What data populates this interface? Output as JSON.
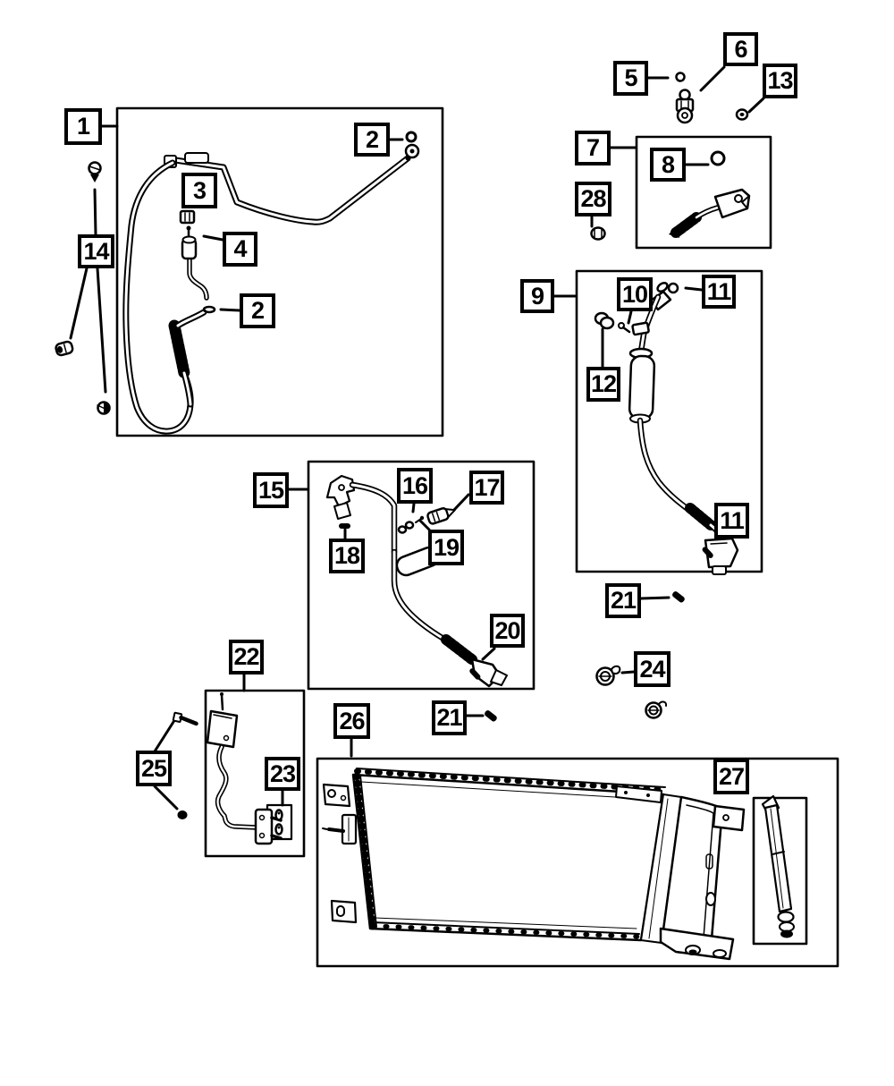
{
  "figure": {
    "type": "exploded-parts-diagram",
    "subject": "A/C plumbing lines and condenser",
    "background_color": "#ffffff",
    "line_color": "#000000"
  },
  "labels": {
    "c1": "1",
    "c2a": "2",
    "c3": "3",
    "c4": "4",
    "c2b": "2",
    "c14": "14",
    "c5": "5",
    "c6": "6",
    "c13": "13",
    "c7": "7",
    "c8": "8",
    "c28": "28",
    "c9": "9",
    "c10": "10",
    "c11a": "11",
    "c12": "12",
    "c11b": "11",
    "c15": "15",
    "c16": "16",
    "c17": "17",
    "c18": "18",
    "c19": "19",
    "c20": "20",
    "c21a": "21",
    "c22": "22",
    "c23": "23",
    "c24": "24",
    "c25": "25",
    "c26": "26",
    "c21b": "21",
    "c27": "27"
  }
}
